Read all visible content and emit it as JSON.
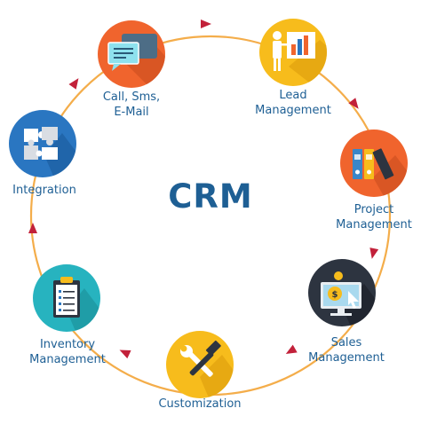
{
  "diagram": {
    "title": "CRM",
    "nodes": [
      {
        "id": "call",
        "lines": [
          "Call, Sms,",
          "E-Mail"
        ],
        "color": "#f0642d",
        "icon": "chat-bubbles-icon"
      },
      {
        "id": "lead",
        "lines": [
          "Lead",
          "Management"
        ],
        "color": "#f7bc1c",
        "icon": "presentation-board-icon"
      },
      {
        "id": "project",
        "lines": [
          "Project",
          "Management"
        ],
        "color": "#f0642d",
        "icon": "binders-icon"
      },
      {
        "id": "sales",
        "lines": [
          "Sales",
          "Management"
        ],
        "color": "#2d3440",
        "icon": "monitor-dollar-icon"
      },
      {
        "id": "customization",
        "lines": [
          "Customization"
        ],
        "color": "#f7bc1c",
        "icon": "hammer-wrench-icon"
      },
      {
        "id": "inventory",
        "lines": [
          "Inventory",
          "Management"
        ],
        "color": "#27b3bf",
        "icon": "clipboard-checklist-icon"
      },
      {
        "id": "integration",
        "lines": [
          "Integration"
        ],
        "color": "#2a76c1",
        "icon": "puzzle-pieces-icon"
      }
    ],
    "colors": {
      "ring": "#f4ad4a",
      "arrow": "#c2213a",
      "text": "#1e5f94"
    }
  }
}
